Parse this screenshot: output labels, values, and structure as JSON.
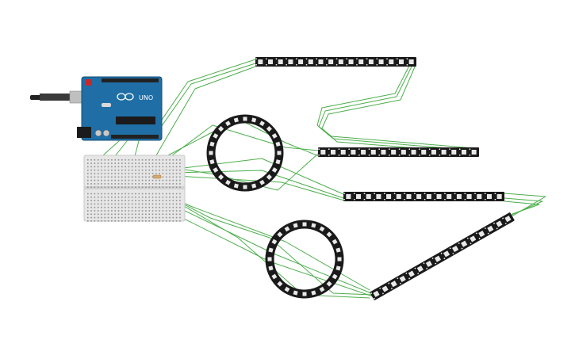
{
  "colors": {
    "wire": "#4cae4c",
    "board": "#1f6fa6",
    "board_dark": "#134d77",
    "strip": "#1a1a1a",
    "led": "#e8e8e8",
    "breadboard": "#e6e6e6"
  },
  "arduino": {
    "logo_text": "UNO"
  },
  "strips": [
    {
      "id": "strip-1",
      "leds": 16
    },
    {
      "id": "strip-2",
      "leds": 16
    },
    {
      "id": "strip-3",
      "leds": 16
    },
    {
      "id": "strip-4",
      "leds": 16
    }
  ],
  "rings": [
    {
      "id": "ring-1",
      "leds": 24
    },
    {
      "id": "ring-2",
      "leds": 24
    }
  ]
}
